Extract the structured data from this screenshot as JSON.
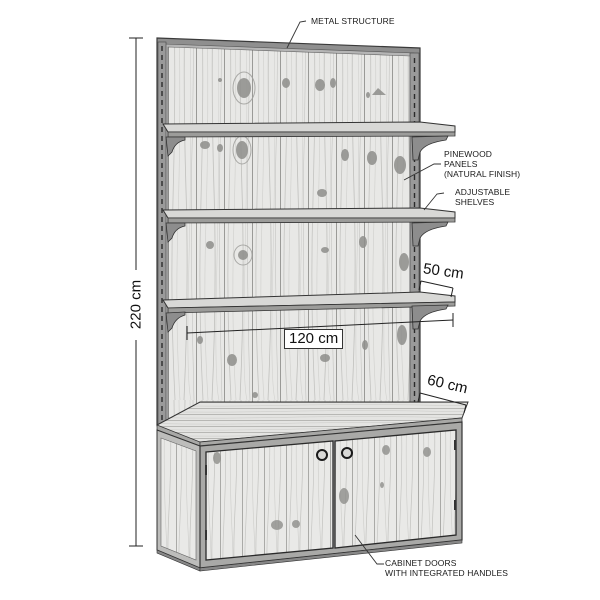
{
  "diagram": {
    "type": "furniture-technical-illustration",
    "subject": "Wall shelving unit with base cabinet",
    "colors": {
      "background": "#ffffff",
      "wood_light": "#e6e6e4",
      "wood_grain": "#b9b9b6",
      "wood_knot": "#8e8e8b",
      "metal_frame": "#8c8c8c",
      "metal_dark": "#4a4a4a",
      "line": "#222222"
    },
    "callouts": {
      "metal_structure": "METAL STRUCTURE",
      "pinewood_line1": "PINEWOOD",
      "pinewood_line2": "PANELS",
      "pinewood_line3": "(NATURAL FINISH)",
      "shelves_line1": "ADJUSTABLE",
      "shelves_line2": "SHELVES",
      "cabinet_line1": "CABINET DOORS",
      "cabinet_line2": "WITH INTEGRATED HANDLES"
    },
    "dimensions": {
      "height": "220 cm",
      "width": "120 cm",
      "shelf_depth": "50 cm",
      "cabinet_depth": "60 cm"
    },
    "components": {
      "shelf_count": 3,
      "cabinet_door_count": 2,
      "handle_count": 2
    }
  }
}
